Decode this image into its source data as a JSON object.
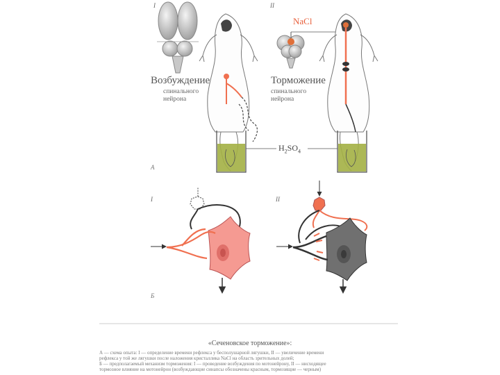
{
  "panel_a": {
    "roman_1": "I",
    "roman_2": "II",
    "letter": "A",
    "excitation": {
      "title": "Возбуждение",
      "line1": "спинального",
      "line2": "нейрона"
    },
    "inhibition": {
      "title": "Торможение",
      "line1": "спинального",
      "line2": "нейрона"
    },
    "salt": "NaCl",
    "acid_main": "H",
    "acid_sub1": "2",
    "acid_mid": "SO",
    "acid_sub2": "4"
  },
  "panel_b": {
    "roman_1": "I",
    "roman_2": "II",
    "letter": "Б"
  },
  "caption": {
    "title": "«Сеченовское торможение»:",
    "line1": "А — схема опыта: I — определение времени рефлекса у бесполушарной лягушки, II — увеличение времени",
    "line2": "рефлекса у той же лягушки после наложения кристаллика NaCl на область зрительных долей;",
    "line3": "Б — предполагаемый механизм торможения: I — проведение возбуждения по мотонейрону, II — нисходящее",
    "line4": "тормозное влияние на мотонейрон (возбуждающие синапсы обозначены красным, тормозящие — черным)"
  },
  "colors": {
    "excitatory": "#f07050",
    "neuron_pink": "#f59a92",
    "neuron_gray": "#707070",
    "acid": "#a3b044",
    "outline": "#555555"
  }
}
